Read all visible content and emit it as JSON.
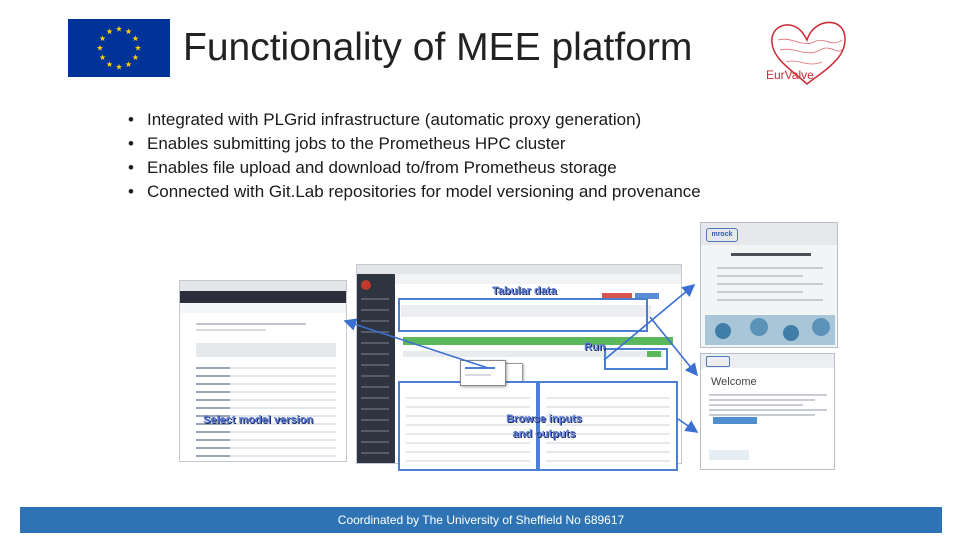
{
  "slide": {
    "title": "Functionality of MEE platform",
    "bullets": [
      "Integrated with PLGrid infrastructure (automatic proxy generation)",
      "Enables submitting jobs to the Prometheus HPC cluster",
      "Enables file upload and download to/from Prometheus storage",
      "Connected with Git.Lab repositories for model versioning and provenance"
    ],
    "bullet_glyph": "•",
    "logo_text": "EurValve",
    "footer": "Coordinated by The University of Sheffield No 689617"
  },
  "callouts": {
    "tabular": "Tabular data",
    "run": "Run",
    "select": "Select model version",
    "browse_line1": "Browse inputs",
    "browse_line2": "and outputs"
  },
  "screens": {
    "cyfronet_logo": "mrock",
    "welcome": "Welcome"
  },
  "colors": {
    "eu_blue": "#003399",
    "eu_star": "#ffcc00",
    "footer_bg": "#2e74b5",
    "heart_red": "#cc2a36",
    "callout_blue": "#5f7fd8",
    "arrow_blue": "#3b6fd1"
  }
}
